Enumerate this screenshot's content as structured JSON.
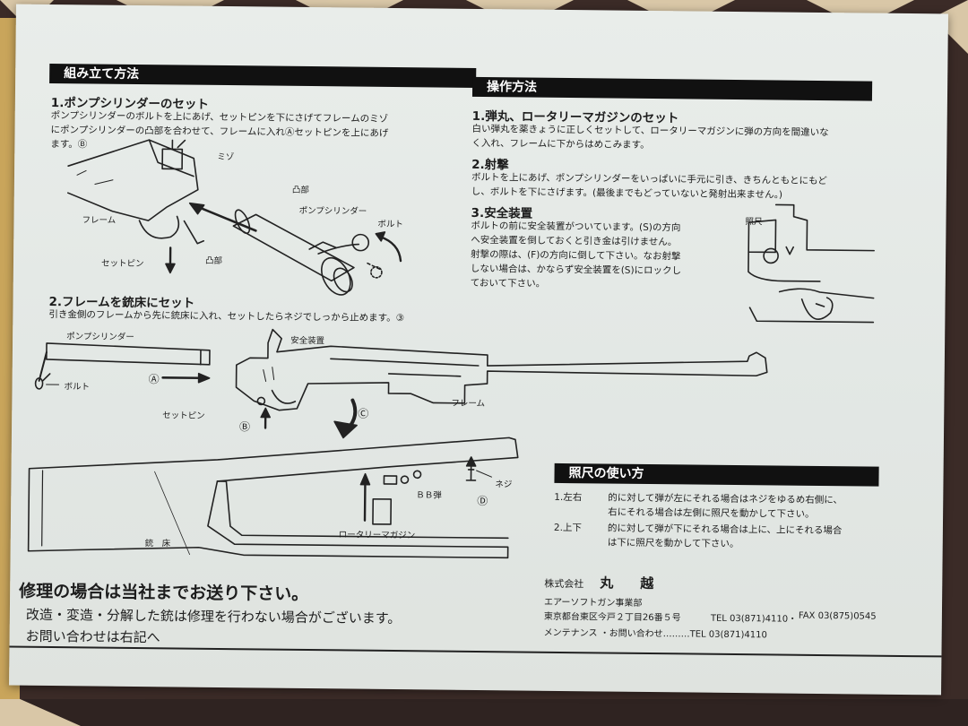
{
  "assembly": {
    "heading": "組み立て方法",
    "step1": {
      "title": "1.ポンプシリンダーのセット",
      "lines": [
        "ポンプシリンダーのボルトを上にあげ、セットピンを下にさげてフレームのミゾ",
        "にポンプシリンダーの凸部を合わせて、フレームに入れⒶセットピンを上にあげ",
        "ます。Ⓑ"
      ],
      "labels": {
        "groove": "ミゾ",
        "convex": "凸部",
        "pump": "ポンプシリンダー",
        "bolt": "ボルト",
        "frame": "フレーム",
        "setpin": "セットピン",
        "convex2": "凸部"
      }
    },
    "step2": {
      "title": "2.フレームを銃床にセット",
      "line": "引き金側のフレームから先に銃床に入れ、セットしたらネジでしっから止めます。③",
      "labels": {
        "pump": "ポンプシリンダー",
        "bolt": "ボルト",
        "markA": "Ⓐ",
        "safety": "安全装置",
        "frame": "フレーム",
        "setpin": "セットピン",
        "markB": "Ⓑ",
        "markC": "Ⓒ",
        "markD": "Ⓓ",
        "screw": "ネジ",
        "bb": "ＢＢ弾",
        "magazine": "ロータリーマガジン",
        "stock": "銃　床"
      }
    }
  },
  "operation": {
    "heading": "操作方法",
    "s1": {
      "title": "1.弾丸、ロータリーマガジンのセット",
      "lines": [
        "白い弾丸を薬きょうに正しくセットして、ロータリーマガジンに弾の方向を間違いな",
        "く入れ、フレームに下からはめこみます。"
      ]
    },
    "s2": {
      "title": "2.射撃",
      "lines": [
        "ボルトを上にあげ、ポンプシリンダーをいっぱいに手元に引き、きちんともとにもど",
        "し、ボルトを下にさげます。(最後までもどっていないと発射出来ません。)"
      ]
    },
    "s3": {
      "title": "3.安全装置",
      "lines": [
        "ボルトの前に安全装置がついています。(S)の方向",
        "へ安全装置を倒しておくと引き金は引けません。",
        "射撃の際は、(F)の方向に倒して下さい。なお射撃",
        "しない場合は、かならず安全装置を(S)にロックし",
        "ておいて下さい。"
      ],
      "sight_label": "照尺"
    }
  },
  "sight": {
    "heading": "照尺の使い方",
    "rows": [
      {
        "key": "1.左右",
        "lines": [
          "的に対して弾が左にそれる場合はネジをゆるめ右側に、",
          "右にそれる場合は左側に照尺を動かして下さい。"
        ]
      },
      {
        "key": "2.上下",
        "lines": [
          "的に対して弾が下にそれる場合は上に、上にそれる場合",
          "は下に照尺を動かして下さい。"
        ]
      }
    ]
  },
  "repair": {
    "title": "修理の場合は当社までお送り下さい。",
    "line1": "改造・変造・分解した銃は修理を行わない場合がございます。",
    "line2": "お問い合わせは右記へ"
  },
  "company": {
    "name_prefix": "株式会社",
    "name": "丸　　越",
    "dept": "エアーソフトガン事業部",
    "address": "東京都台東区今戸２丁目26番５号",
    "tel": "TEL 03(871)4110・",
    "fax": "FAX 03(875)0545",
    "maint": "メンテナンス ・お問い合わせ………TEL 03(871)4110"
  }
}
